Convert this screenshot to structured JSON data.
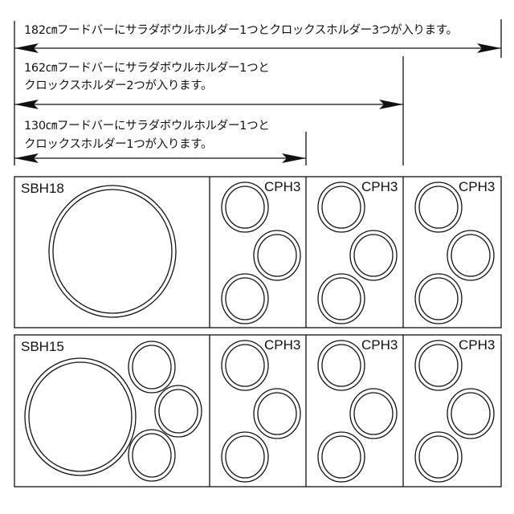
{
  "dimensions": [
    {
      "lines": [
        "182㎝フードバーにサラダボウルホルダー1つとクロックスホルダー3つが入ります。"
      ]
    },
    {
      "lines": [
        "162㎝フードバーにサラダボウルホルダー1つと",
        "クロックスホルダー2つが入ります。"
      ]
    },
    {
      "lines": [
        "130㎝フードバーにサラダボウルホルダー1つと",
        "クロックスホルダー1つが入ります。"
      ]
    }
  ],
  "rows": [
    {
      "bowl_label": "SBH18",
      "clock_labels": [
        "CPH3",
        "CPH3",
        "CPH3"
      ]
    },
    {
      "bowl_label": "SBH15",
      "clock_labels": [
        "CPH3",
        "CPH3",
        "CPH3"
      ]
    }
  ]
}
